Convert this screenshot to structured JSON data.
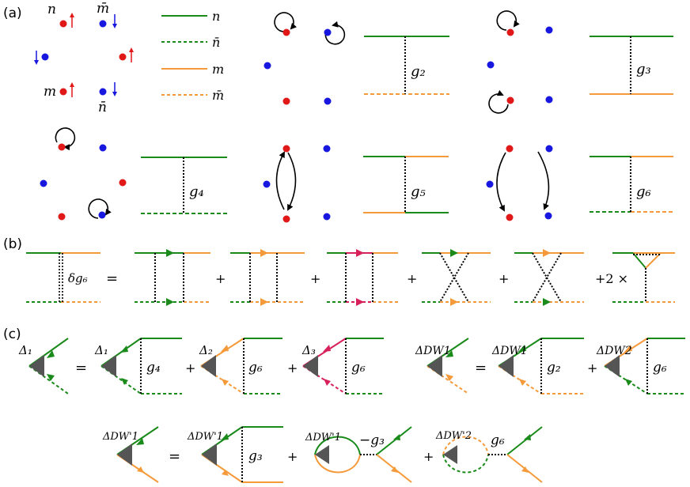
{
  "colors": {
    "green": "#1a8a1a",
    "orange": "#f59a3a",
    "red": "#e01818",
    "blue": "#1717e0",
    "crimson": "#d8205a",
    "vertex_gray": "#555555"
  },
  "panels": {
    "a": "(a)",
    "b": "(b)",
    "c": "(c)"
  },
  "a": {
    "site_n": "n",
    "site_mbar": "m̄",
    "site_m": "m",
    "site_nbar": "n̄",
    "legend": [
      {
        "label": "n",
        "color": "green",
        "style": "solid"
      },
      {
        "label": "n̄",
        "color": "green",
        "style": "dashed"
      },
      {
        "label": "m",
        "color": "orange",
        "style": "solid"
      },
      {
        "label": "m̄",
        "color": "orange",
        "style": "dashed"
      }
    ],
    "couplings": [
      "g₂",
      "g₃",
      "g₄",
      "g₅",
      "g₆"
    ]
  },
  "b": {
    "lhs": "δg₆",
    "equals": "=",
    "plus": "+",
    "last_prefix": "+2 ×"
  },
  "c": {
    "delta1": "Δ₁",
    "delta2": "Δ₂",
    "delta3": "Δ₃",
    "dw1": "ΔDW1",
    "dw2": "ΔDW2",
    "dwp1": "ΔDW'1",
    "dwp2": "ΔDW'2",
    "g2": "g₂",
    "g3": "g₃",
    "minus_g3": "−g₃",
    "g4": "g₄",
    "g6": "g₆",
    "equals": "=",
    "plus": "+"
  }
}
